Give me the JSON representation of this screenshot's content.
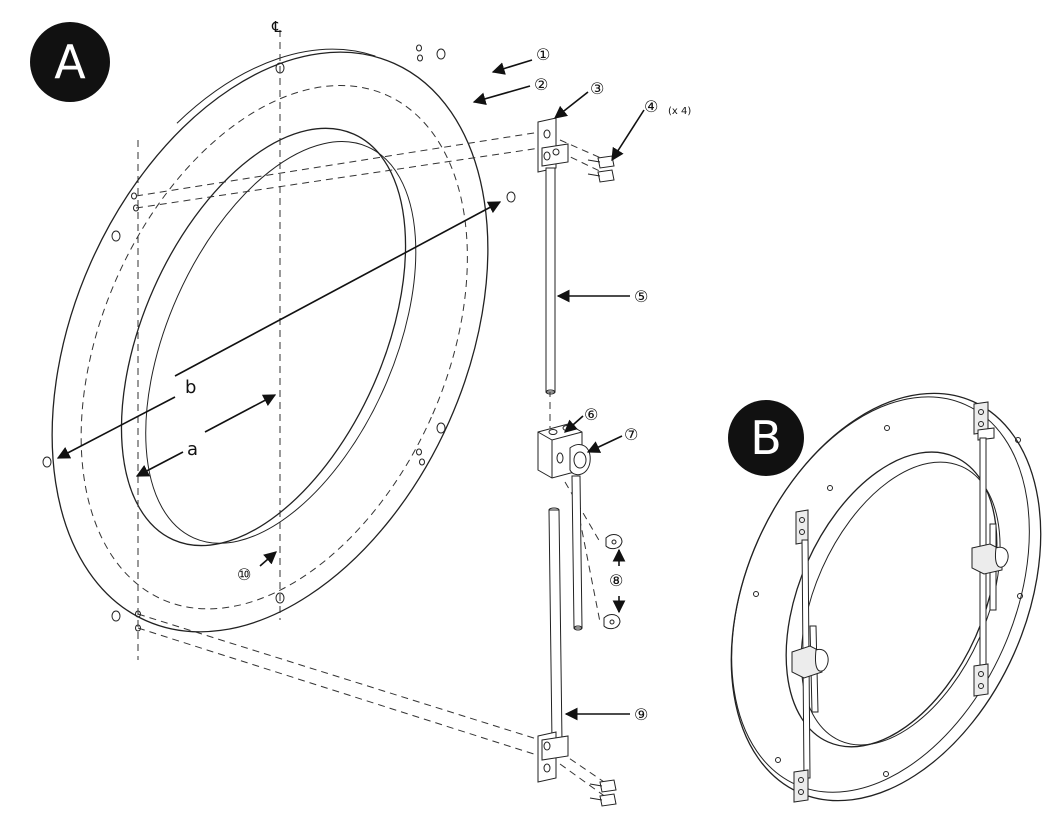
{
  "views": {
    "a": {
      "label": "A"
    },
    "b": {
      "label": "B"
    }
  },
  "centerline_label": "℄",
  "dimensions": {
    "a": "a",
    "b": "b"
  },
  "callouts": {
    "c1": "①",
    "c2": "②",
    "c3": "③",
    "c4": "④",
    "c4_qty": "(x 4)",
    "c5": "⑤",
    "c6": "⑥",
    "c7": "⑦",
    "c8": "⑧",
    "c9": "⑨",
    "c10": "⑩"
  }
}
